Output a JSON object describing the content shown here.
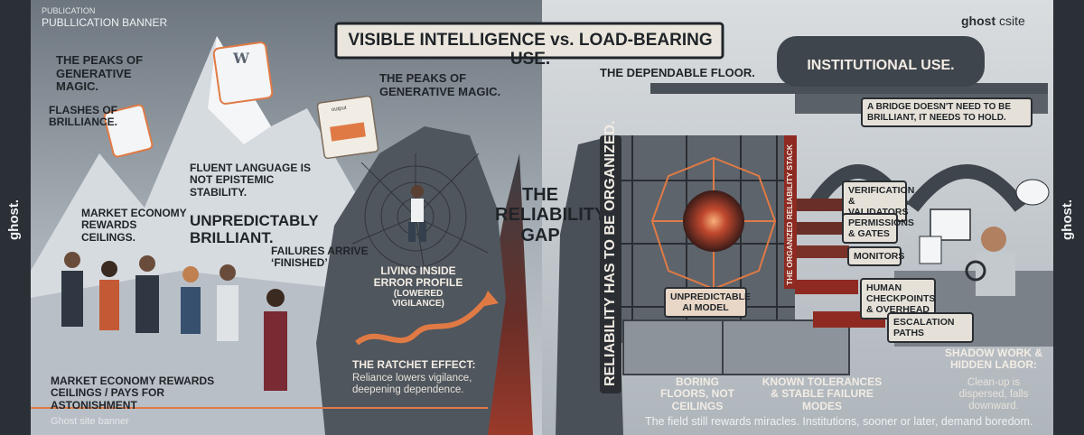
{
  "header": {
    "eyebrow": "PUBLICATION",
    "label": "PUBLLICATION BANNER",
    "title": "VISIBLE INTELLIGENCE vs. LOAD-BEARING USE.",
    "brand_word": "ghost",
    "brand_suffix": "csite"
  },
  "left_panel": {
    "peaks_1": "THE PEAKS OF GENERATIVE MAGIC.",
    "flashes": "FLASHES OF BRILLIANCE.",
    "fluent": "FLUENT LANGUAGE IS NOT EPISTEMIC STABILITY.",
    "market_ceilings": "MARKET ECONOMY REWARDS CEILINGS.",
    "unpredictably": "UNPREDICTABLY BRILLIANT.",
    "failures": "FAILURES ARRIVE ‘FINISHED’",
    "peaks_2": "THE PEAKS OF GENERATIVE MAGIC.",
    "living": "LIVING INSIDE ERROR PROFILE",
    "vigilance": "(LOWERED VIGILANCE)",
    "ratchet_title": "THE RATCHET EFFECT:",
    "ratchet_note": "Reliance lowers vigilance, deepening dependence.",
    "market_astonishment": "MARKET ECONOMY REWARDS CEILINGS / PAYS FOR ASTONISHMENT",
    "footer_banner": "Ghost site banner",
    "scroll_label": "output"
  },
  "gap": {
    "title": "THE RELIABILITY GAP"
  },
  "right_panel": {
    "dependable_floor": "THE DEPENDABLE FLOOR.",
    "institutional_use": "INSTITUTIONAL USE.",
    "bridge_quote": "A BRIDGE DOESN'T NEED TO BE BRILLIANT, IT NEEDS TO HOLD.",
    "vertical_reliability": "RELIABILITY HAS TO BE ORGANIZED.",
    "vertical_stack": "THE ORGANIZED RELIABILITY STACK",
    "ai_model": "UNPREDICTABLE AI MODEL",
    "stack_items": [
      "VERIFICATION & VALIDATORS",
      "PERMISSIONS & GATES",
      "MONITORS",
      "HUMAN CHECKPOINTS & OVERHEAD",
      "ESCALATION PATHS"
    ],
    "boring_floors": "BORING FLOORS, NOT CEILINGS",
    "known_tolerances": "KNOWN TOLERANCES & STABLE FAILURE MODES",
    "shadow_title": "SHADOW WORK & HIDDEN LABOR:",
    "shadow_note": "Clean-up is dispersed, falls downward.",
    "footer_quote": "The field still rewards miracles. Institutions, sooner or later, demand boredom."
  },
  "side_brand": {
    "left": "ghost.",
    "right": "ghost."
  },
  "colors": {
    "accent_orange": "#e07a45",
    "deep_red": "#8e2a22",
    "slate": "#3a4148",
    "mist": "#c9cfd4"
  }
}
